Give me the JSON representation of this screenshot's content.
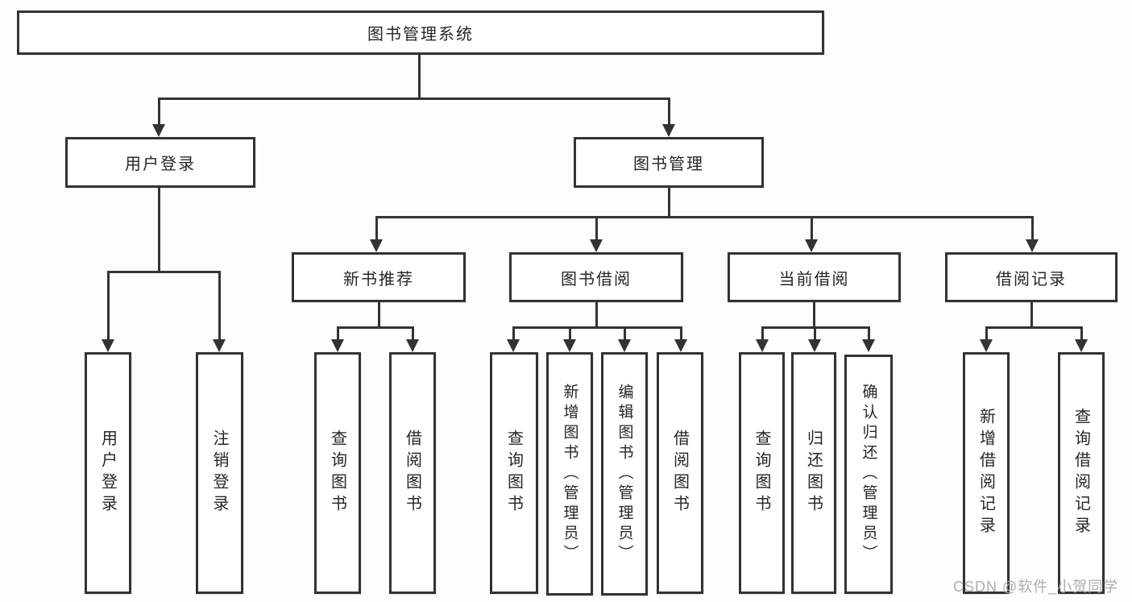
{
  "colors": {
    "line": "#333333",
    "box_bg": "#ffffff",
    "text": "#262626",
    "watermark": "#adadad",
    "page_bg": "#fdfdfd"
  },
  "watermark": {
    "text": "CSDN @软件_小贺同学"
  },
  "diagram": {
    "root": {
      "label": "图书管理系统"
    },
    "user_login": {
      "label": "用户登录",
      "children": [
        {
          "label": "用户登录"
        },
        {
          "label": "注销登录"
        }
      ]
    },
    "book_management": {
      "label": "图书管理",
      "sections": [
        {
          "label": "新书推荐",
          "children": [
            {
              "label": "查询图书"
            },
            {
              "label": "借阅图书"
            }
          ]
        },
        {
          "label": "图书借阅",
          "children": [
            {
              "label": "查询图书"
            },
            {
              "label": "新增图书（管理员）"
            },
            {
              "label": "编辑图书（管理员）"
            },
            {
              "label": "借阅图书"
            }
          ]
        },
        {
          "label": "当前借阅",
          "children": [
            {
              "label": "查询图书"
            },
            {
              "label": "归还图书"
            },
            {
              "label": "确认归还（管理员）"
            }
          ]
        },
        {
          "label": "借阅记录",
          "children": [
            {
              "label": "新增借阅记录"
            },
            {
              "label": "查询借阅记录"
            }
          ]
        }
      ]
    }
  }
}
